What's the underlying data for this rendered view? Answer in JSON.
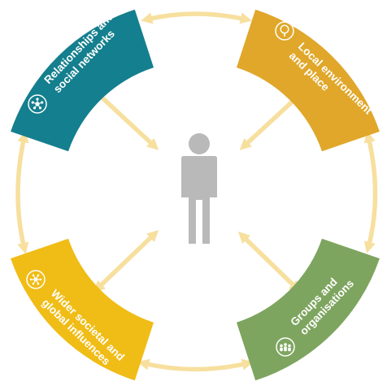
{
  "colors": {
    "relationships": "#147f8e",
    "local": "#e0a72a",
    "groups": "#7ea55f",
    "wider": "#f0bc16",
    "arrow": "#f7df9e",
    "person": "#b9b9b9",
    "icon_fg": "#ffffff"
  },
  "center": {
    "icon": "person-icon"
  },
  "segments": [
    {
      "key": "relationships",
      "icon": "network-icon",
      "lines": [
        "Relationships and",
        "social networks"
      ]
    },
    {
      "key": "local",
      "icon": "tree-icon",
      "lines": [
        "Local environment",
        "and place"
      ]
    },
    {
      "key": "groups",
      "icon": "group-icon",
      "lines": [
        "Groups and",
        "organisations"
      ]
    },
    {
      "key": "wider",
      "icon": "globe-icon",
      "lines": [
        "Wider societal and",
        "global influences"
      ]
    }
  ]
}
